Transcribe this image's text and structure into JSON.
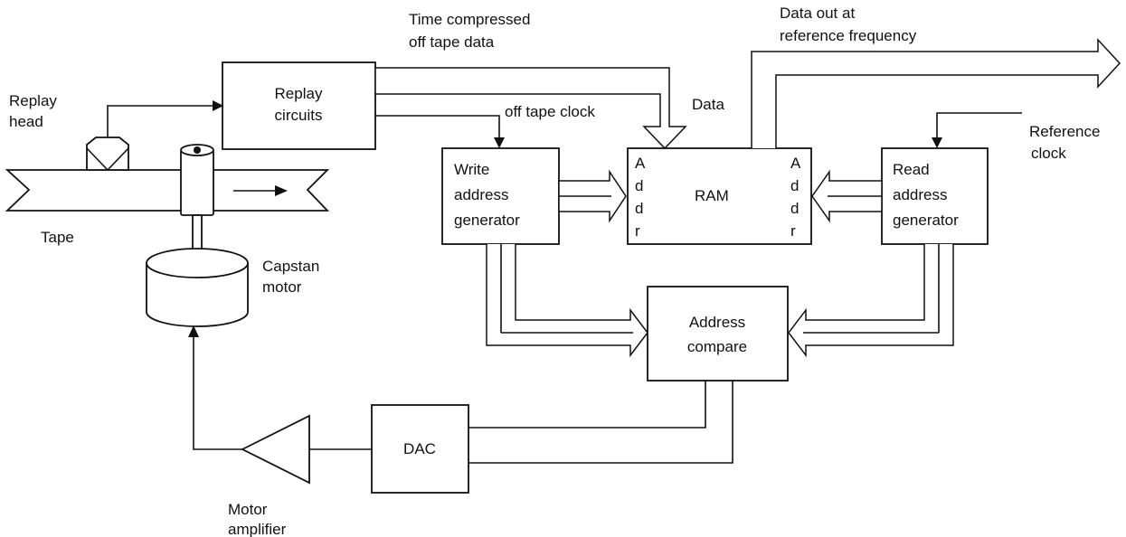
{
  "labels": {
    "replay_head": [
      "Replay",
      "head"
    ],
    "tape": "Tape",
    "capstan_motor": [
      "Capstan",
      "motor"
    ],
    "motor_amplifier": [
      "Motor",
      "amplifier"
    ],
    "time_compressed": [
      "Time compressed",
      "off tape data"
    ],
    "data_out": [
      "Data out at",
      "reference frequency"
    ],
    "data": "Data",
    "off_tape_clock": "off tape clock",
    "reference_clock": [
      "Reference",
      "clock"
    ]
  },
  "blocks": {
    "replay_circuits": [
      "Replay",
      "circuits"
    ],
    "write_address_generator": [
      "Write",
      "address",
      "generator"
    ],
    "ram": "RAM",
    "ram_addr_letters": [
      "A",
      "d",
      "d",
      "r"
    ],
    "read_address_generator": [
      "Read",
      "address",
      "generator"
    ],
    "address_compare": [
      "Address",
      "compare"
    ],
    "dac": "DAC"
  }
}
